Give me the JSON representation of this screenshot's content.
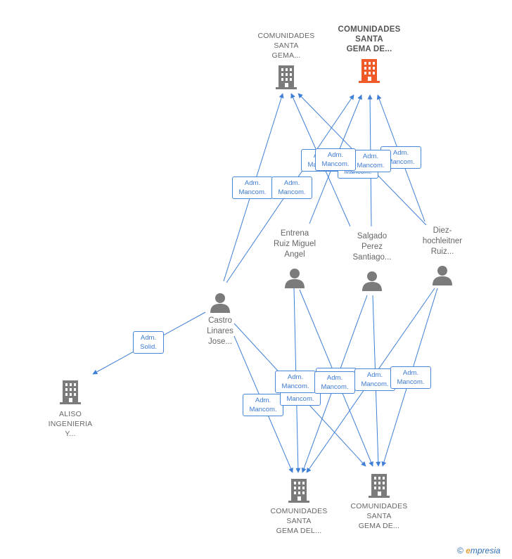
{
  "colors": {
    "edge": "#3f7fd6",
    "company_icon": "#7b7b7b",
    "main_icon": "#f05a28",
    "person_icon": "#7b7b7b"
  },
  "companies": {
    "top_left": {
      "lines": [
        "COMUNIDADES",
        "SANTA",
        "GEMA..."
      ]
    },
    "top_main": {
      "lines": [
        "COMUNIDADES",
        "SANTA",
        "GEMA DE..."
      ]
    },
    "aliso": {
      "lines": [
        "ALISO",
        "INGENIERIA",
        "Y..."
      ]
    },
    "bottom_left": {
      "lines": [
        "COMUNIDADES",
        "SANTA",
        "GEMA DEL..."
      ]
    },
    "bottom_right": {
      "lines": [
        "COMUNIDADES",
        "SANTA",
        "GEMA DE..."
      ]
    }
  },
  "people": {
    "entrena": {
      "lines": [
        "Entrena",
        "Ruiz Miguel",
        "Angel"
      ]
    },
    "salgado": {
      "lines": [
        "Salgado",
        "Perez",
        "Santiago..."
      ]
    },
    "diez": {
      "lines": [
        "Diez-",
        "hochleitner",
        "Ruiz..."
      ]
    },
    "castro": {
      "lines": [
        "Castro",
        "Linares",
        "Jose..."
      ]
    }
  },
  "badges": {
    "adm": "Adm.",
    "mancom": "Mancom.",
    "solid": "Solid."
  },
  "brand": {
    "copyright": "©",
    "first_letter": "e",
    "rest": "mpresia"
  }
}
